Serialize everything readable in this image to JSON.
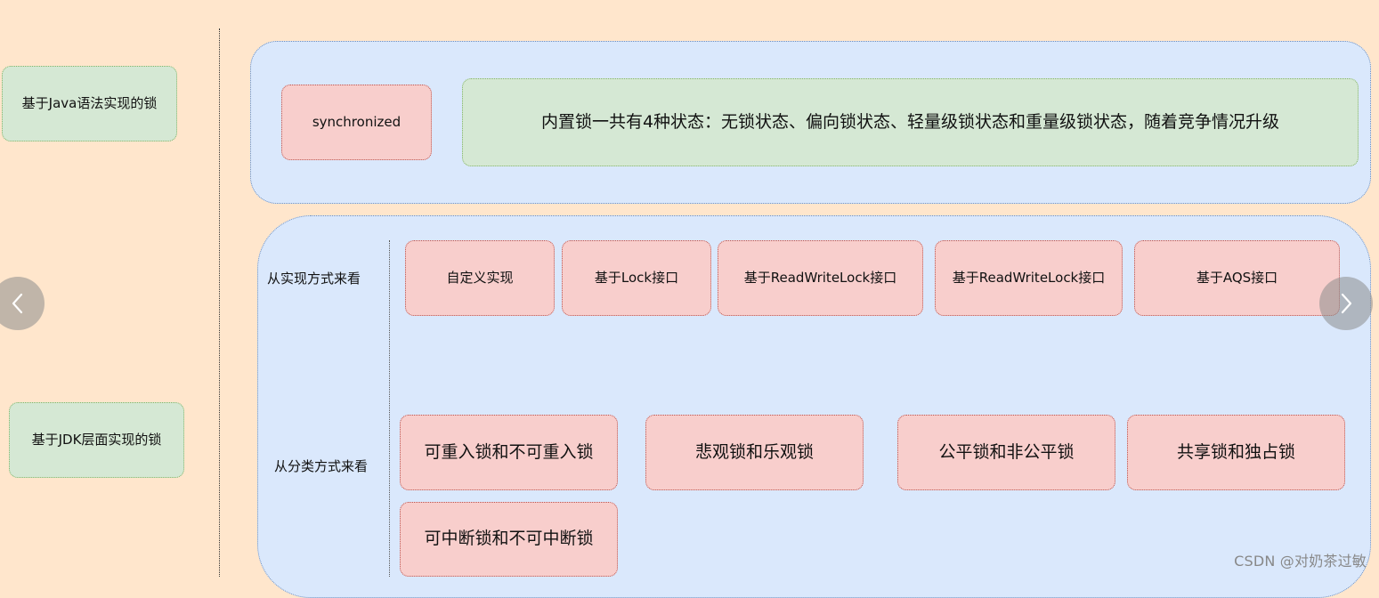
{
  "left_labels": {
    "java_syntax": "基于Java语法实现的锁",
    "jdk_level": "基于JDK层面实现的锁"
  },
  "top_panel": {
    "keyword": "synchronized",
    "description": "内置锁一共有4种状态：无锁状态、偏向锁状态、轻量级锁状态和重量级锁状态，随着竞争情况升级"
  },
  "bottom_panel": {
    "implementation": {
      "label": "从实现方式来看",
      "items": [
        "自定义实现",
        "基于Lock接口",
        "基于ReadWriteLock接口",
        "基于ReadWriteLock接口",
        "基于AQS接口"
      ]
    },
    "classification": {
      "label": "从分类方式来看",
      "items": [
        "可重入锁和不可重入锁",
        "悲观锁和乐观锁",
        "公平锁和非公平锁",
        "共享锁和独占锁",
        "可中断锁和不可中断锁"
      ]
    }
  },
  "watermark": "CSDN @对奶茶过敏"
}
